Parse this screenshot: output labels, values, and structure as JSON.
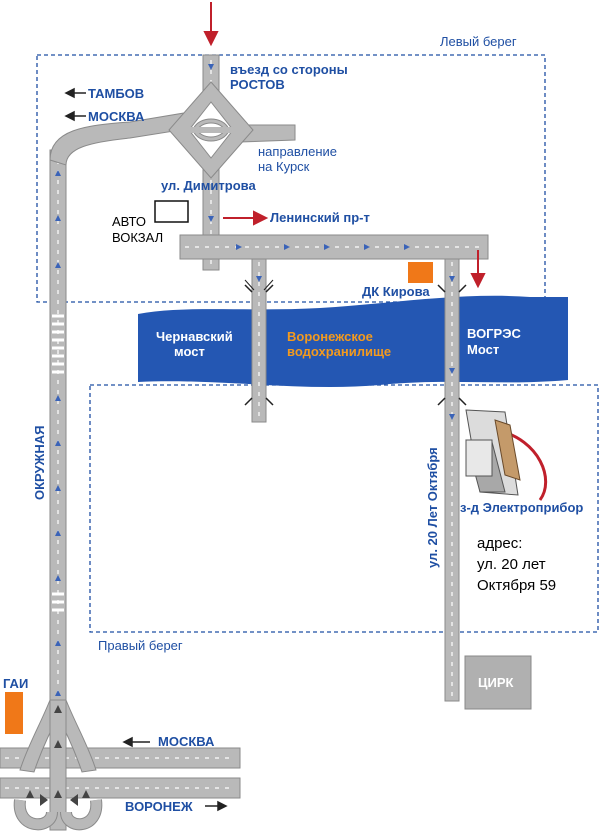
{
  "banks": {
    "left": "Левый берег",
    "right": "Правый берег"
  },
  "directions": {
    "tambov": "ТАМБОВ",
    "moskva_top": "МОСКВА",
    "rostov_line1": "въезд со стороны",
    "rostov_line2": "РОСТОВ",
    "kursk_line1": "направление",
    "kursk_line2": "на Курск",
    "moskva_bottom": "МОСКВА",
    "voronezh": "ВОРОНЕЖ"
  },
  "streets": {
    "dimitrova": "ул. Димитрова",
    "leninsky": "Ленинский пр-т",
    "okruzhnaya": "ОКРУЖНАЯ",
    "october": "ул. 20 Лет Октября"
  },
  "places": {
    "avtovokzal_line1": "АВТО",
    "avtovokzal_line2": "ВОКЗАЛ",
    "dk_kirova": "ДК Кирова",
    "gai": "ГАИ",
    "tsirk": "ЦИРК",
    "factory": "з-д Электроприбор"
  },
  "water": {
    "chernavsky_line1": "Чернавский",
    "chernavsky_line2": "мост",
    "reservoir_line1": "Воронежское",
    "reservoir_line2": "водохранилище",
    "vogres_line1": "ВОГРЭС",
    "vogres_line2": "Мост"
  },
  "address": {
    "line1": "адрес:",
    "line2": "ул. 20 лет",
    "line3": "Октября 59"
  },
  "colors": {
    "road": "#b9b9b9",
    "water": "#2457b3",
    "label_blue": "#1f4fa3",
    "highlight": "#f07818",
    "accent_red": "#c0202b"
  }
}
